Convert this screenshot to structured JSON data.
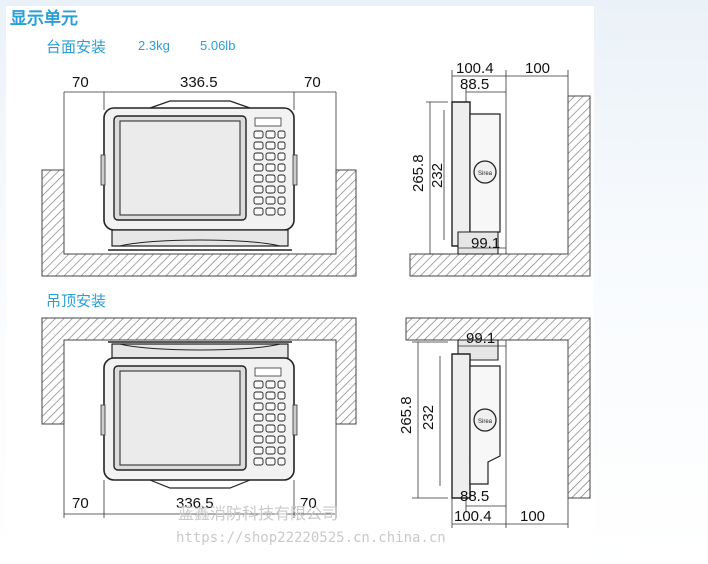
{
  "header": {
    "title": "显示单元",
    "desk_mount_label": "台面安装",
    "weight_kg": "2.3kg",
    "weight_lb": "5.06lb",
    "ceiling_mount_label": "吊顶安装"
  },
  "desk_front": {
    "left_clearance": "70",
    "width": "336.5",
    "right_clearance": "70"
  },
  "desk_side": {
    "depth_total": "100.4",
    "depth_body": "88.5",
    "rear_clearance": "100",
    "height_total": "265.8",
    "height_body": "232",
    "base_depth": "99.1"
  },
  "ceiling_front": {
    "left_clearance": "70",
    "width": "336.5",
    "right_clearance": "70"
  },
  "ceiling_side": {
    "bracket_depth": "99.1",
    "height_total": "265.8",
    "height_body": "232",
    "depth_body": "88.5",
    "depth_total": "100.4",
    "rear_clearance": "100"
  },
  "device": {
    "knob_label": "Sirea"
  },
  "watermark": {
    "company": "蓝鑫消防科技有限公司",
    "url": "https://shop22220525.cn.china.cn"
  }
}
